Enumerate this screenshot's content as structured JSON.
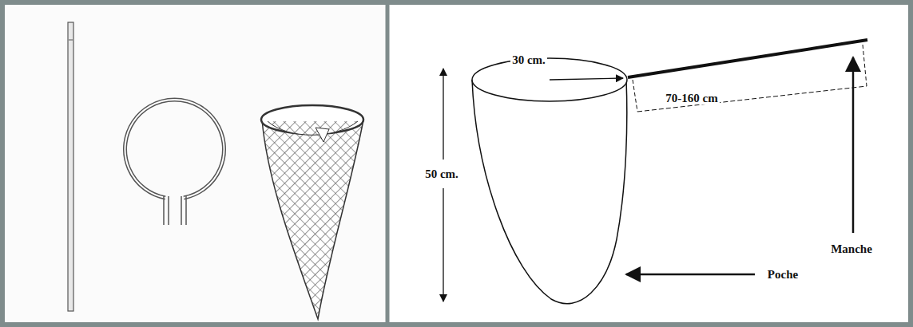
{
  "diagram": {
    "labels": [
      "30 cm.",
      "50 cm.",
      "70-160 cm",
      "Manche",
      "Poche"
    ]
  }
}
